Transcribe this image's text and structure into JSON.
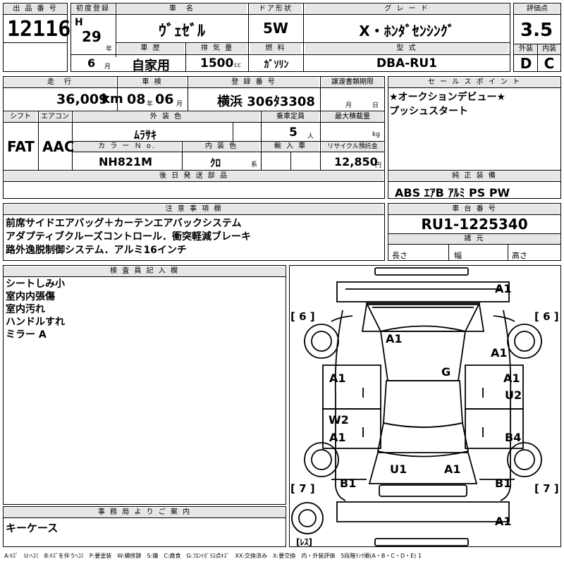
{
  "header_labels": {
    "lot_no": "出 品 番 号",
    "first_reg": "初度登録",
    "model": "車　名",
    "door": "ドア形状",
    "grade": "グ レ ー ド",
    "score": "評価点",
    "history": "車 歴",
    "displacement": "排 気 量",
    "fuel": "燃 料",
    "type": "型 式",
    "exterior": "外装",
    "interior": "内装"
  },
  "lot_no": "12116",
  "first_reg": {
    "era": "H",
    "year": "29",
    "year_unit": "年",
    "month": "6",
    "month_unit": "月"
  },
  "model_name": "ｳﾞｪｾﾞﾙ",
  "door_type": "5W",
  "grade": "X・ﾎﾝﾀﾞｾﾝｼﾝｸﾞ",
  "score": "3.5",
  "history": "自家用",
  "displacement": {
    "value": "1500",
    "unit": "cc"
  },
  "fuel": "ｶﾞｿﾘﾝ",
  "type_code": "DBA-RU1",
  "exterior_grade": "D",
  "interior_grade": "C",
  "row2_labels": {
    "mileage": "走　行",
    "inspection": "車 検",
    "reg_no": "登 録 番 号",
    "transfer": "譲渡書類期限",
    "selling": "セ ー ル ス ポ イ ン ト"
  },
  "mileage": {
    "value": "36,009",
    "unit": "km"
  },
  "inspection": {
    "year": "08",
    "year_unit": "年",
    "month": "06",
    "month_unit": "月"
  },
  "reg_no": "横浜 306ﾀ3308",
  "transfer": {
    "month_unit": "月",
    "day_unit": "日"
  },
  "selling_points": "★オークションデビュー★\nプッシュスタート",
  "row3_labels": {
    "shift": "シフト",
    "ac": "エアコン",
    "ext_color": "外 装 色",
    "capacity": "乗車定員",
    "max_load": "最大積載量",
    "color_no": "カ ラ ー Ｎ o.",
    "int_color": "内 装 色",
    "import": "輸 入 車",
    "recycle": "リサイクル預託金"
  },
  "shift": "FAT",
  "ac": "AAC",
  "ext_color": "ﾑﾗｻｷ",
  "capacity": {
    "value": "5",
    "unit": "人"
  },
  "max_load": {
    "unit": "kg"
  },
  "color_no": "NH821M",
  "int_color": {
    "value": "ｸﾛ",
    "unit": "系"
  },
  "recycle": {
    "value": "12,850",
    "unit": "円"
  },
  "later_parts_label": "後 日 発 送 部 品",
  "genuine_label": "純 正 装 備",
  "genuine_equipment": "ABS ｴｱB ｱﾙﾐ PS PW",
  "notes_label": "注 意 事 項 欄",
  "notes": "前席サイドエアバッグ＋カーテンエアバックシステム\nアダプティブクルーズコントロール．衝突軽減ブレーキ\n路外逸脱制御システム．アルミ16インチ",
  "chassis_label": "車 台 番 号",
  "chassis_no": "RU1-1225340",
  "spec_label": "諸 元",
  "dims": {
    "length": "長さ",
    "width": "幅",
    "height": "高さ"
  },
  "inspector_label": "検 査 員 記 入 欄",
  "inspector_notes": "シートしみ小\n室内内張傷\n室内汚れ\nハンドルすれ\nミラー A",
  "office_label": "事 務 局 よ り ご 案 内",
  "office_notes": "キーケース",
  "tire_tread": {
    "front_left": "[ 6 ]",
    "front_right": "[ 6 ]",
    "rear_left": "[ 7 ]",
    "rear_right": "[ 7 ]",
    "spare": "[ﾚｽ]"
  },
  "damage": {
    "front_bumper": "A1",
    "hood_right": "A1",
    "roof": "A1",
    "roof_center": "G",
    "front_left_door": "A1",
    "front_right_door": "A1",
    "front_right_door_2": "U2",
    "rear_left_door_1": "W2",
    "rear_left_door_2": "A1",
    "rear_right_door": "B4",
    "rear_left": "U1",
    "rear_right": "A1",
    "rear_left_fender": "B1",
    "rear_right_fender": "B1",
    "rear_bumper": "A1"
  },
  "legend": "A:ｷｽﾞ　U:ﾍｺﾐ　B:ｷｽﾞを伴うﾍｺﾐ　P:要塗装　W:補修跡　S:錆　C:腐食　G:ﾌﾛﾝﾄｶﾞﾗｽ点ｷｽﾞ　XX:交換済み　X:要交換　内・外装評価　5段階ﾗﾝｸ順(A・B・C・D・E) 1"
}
